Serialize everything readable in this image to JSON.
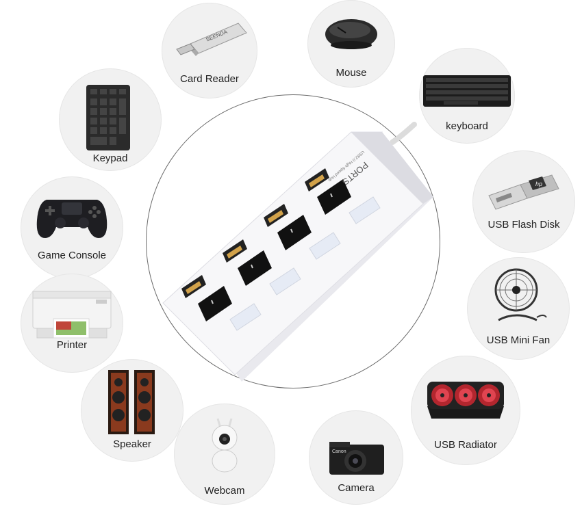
{
  "center": {
    "hub_text": "PORTS",
    "hub_subtext": "USB2.0 High-Speed Hub",
    "colors": {
      "hub_body": "#f7f7f9",
      "switch": "#111111",
      "ring": "#6a6a6a"
    }
  },
  "devices": [
    {
      "id": "card-reader",
      "label": "Card Reader",
      "reader_text": "SEENDA",
      "icon": "card-reader-icon"
    },
    {
      "id": "mouse",
      "label": "Mouse",
      "icon": "mouse-icon"
    },
    {
      "id": "keyboard",
      "label": "keyboard",
      "icon": "keyboard-icon"
    },
    {
      "id": "keypad",
      "label": "Keypad",
      "icon": "keypad-icon"
    },
    {
      "id": "usb-flash-disk",
      "label": "USB Flash Disk",
      "brand_text": "hp",
      "icon": "usb-flash-disk-icon"
    },
    {
      "id": "game-console",
      "label": "Game Console",
      "icon": "gamepad-icon"
    },
    {
      "id": "usb-mini-fan",
      "label": "USB Mini Fan",
      "icon": "fan-icon"
    },
    {
      "id": "printer",
      "label": "Printer",
      "icon": "printer-icon"
    },
    {
      "id": "usb-radiator",
      "label": "USB Radiator",
      "icon": "cooling-pad-icon"
    },
    {
      "id": "speaker",
      "label": "Speaker",
      "icon": "speaker-icon"
    },
    {
      "id": "webcam",
      "label": "Webcam",
      "icon": "webcam-icon"
    },
    {
      "id": "camera",
      "label": "Camera",
      "brand_text": "Canon",
      "icon": "camera-icon"
    }
  ]
}
